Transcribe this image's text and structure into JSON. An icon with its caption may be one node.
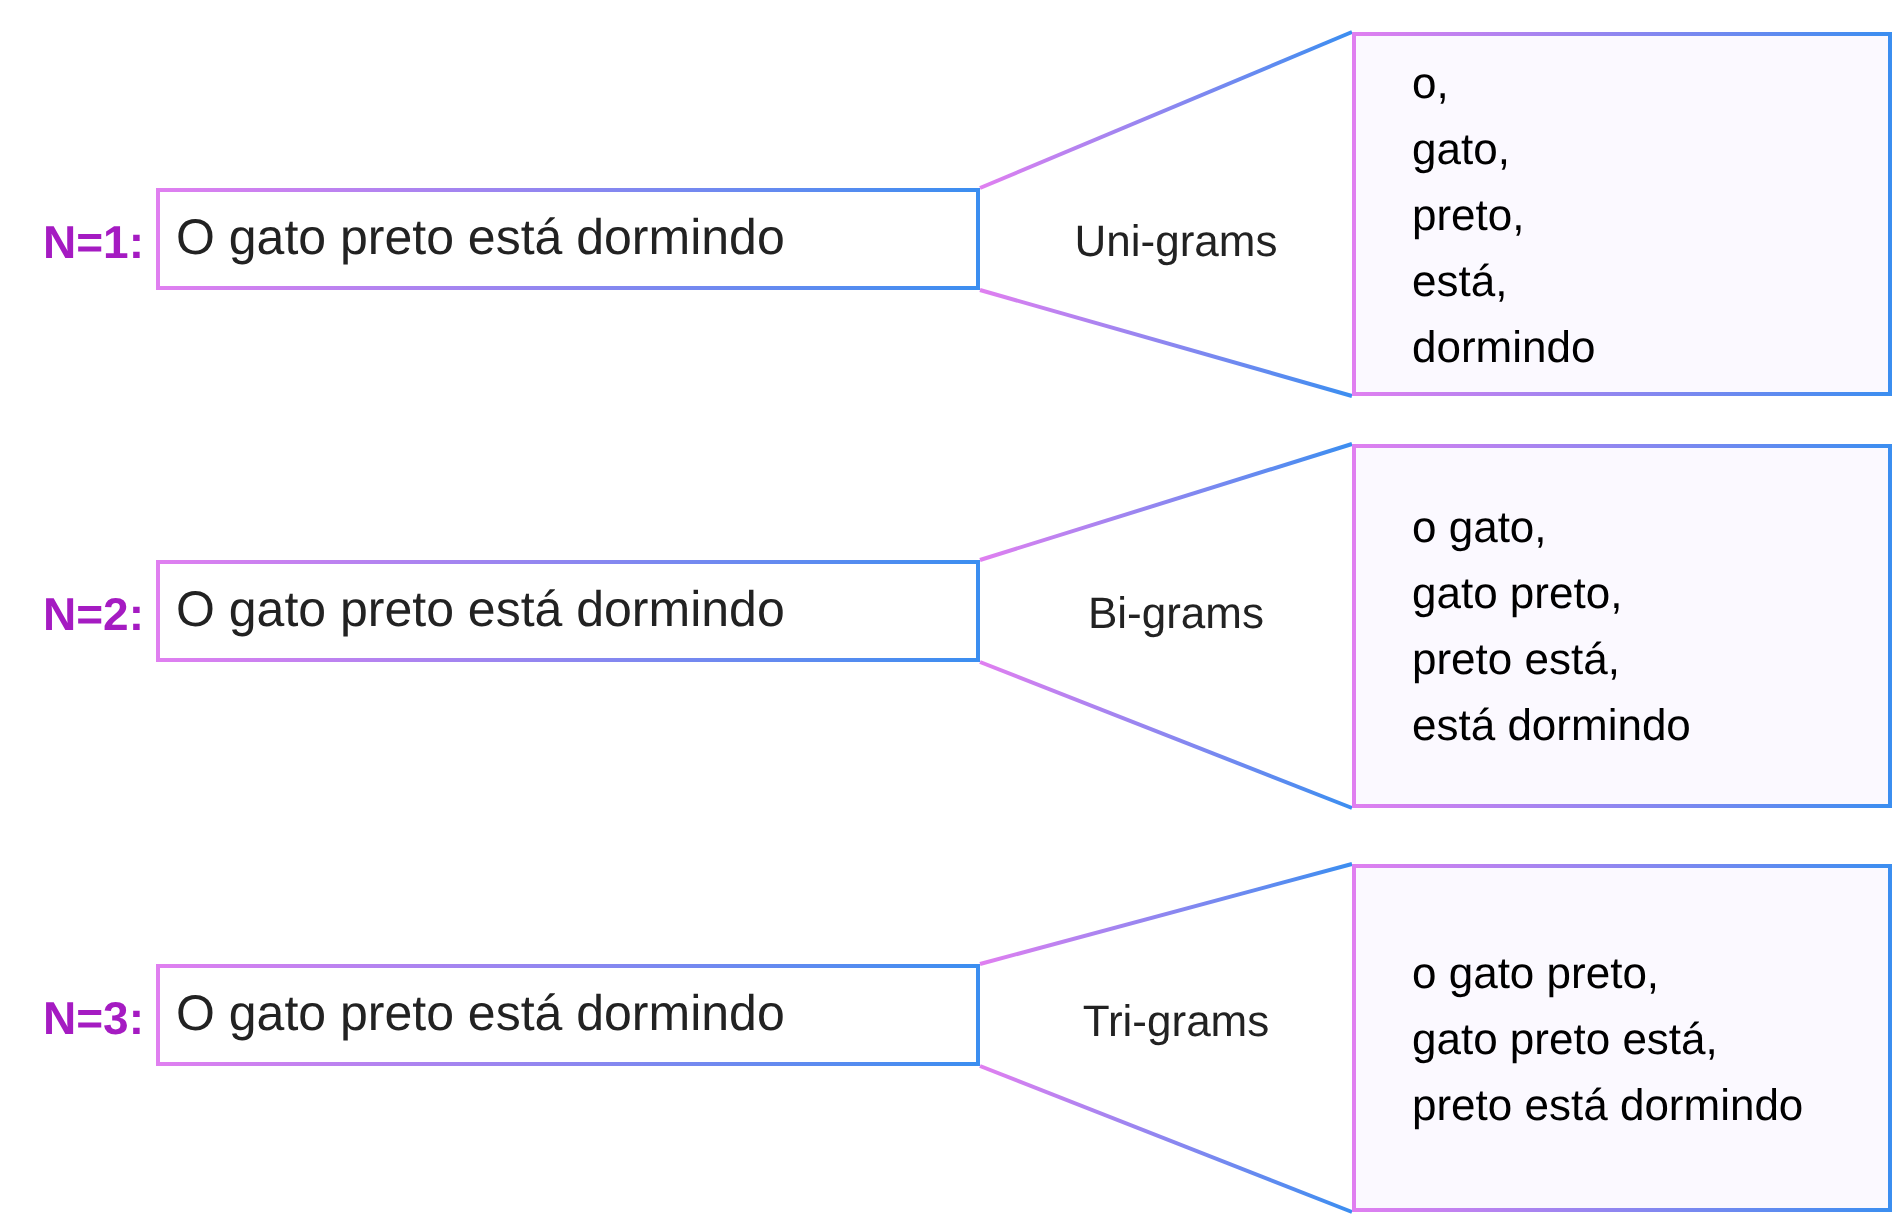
{
  "diagram": {
    "nodes": [
      {
        "text": [
          "O gato preto está dormindo"
        ],
        "beside": [
          "N=1:"
        ]
      },
      {
        "text": [
          "o,",
          "gato,",
          "preto,",
          "está,",
          "dormindo"
        ]
      },
      {
        "text": [
          "O gato preto está dormindo"
        ],
        "beside": [
          "N=2:"
        ]
      },
      {
        "text": [
          "o gato,",
          "gato preto,",
          "preto está,",
          "está dormindo"
        ]
      },
      {
        "text": [
          "O gato preto está dormindo"
        ],
        "beside": [
          "N=3:"
        ]
      },
      {
        "text": [
          "o gato preto,",
          "gato preto está,",
          "preto está dormindo"
        ]
      }
    ],
    "edges": [
      {
        "from": 0,
        "to": 1,
        "arrow": "none"
      },
      {
        "from": 0,
        "to": 1,
        "arrow": "none"
      },
      {
        "from": 2,
        "to": 3,
        "arrow": "none"
      },
      {
        "from": 2,
        "to": 3,
        "arrow": "none"
      },
      {
        "from": 4,
        "to": 5,
        "arrow": "none"
      },
      {
        "from": 4,
        "to": 5,
        "arrow": "none"
      }
    ],
    "labels": [
      "Uni-grams",
      "Bi-grams",
      "Tri-grams"
    ]
  }
}
